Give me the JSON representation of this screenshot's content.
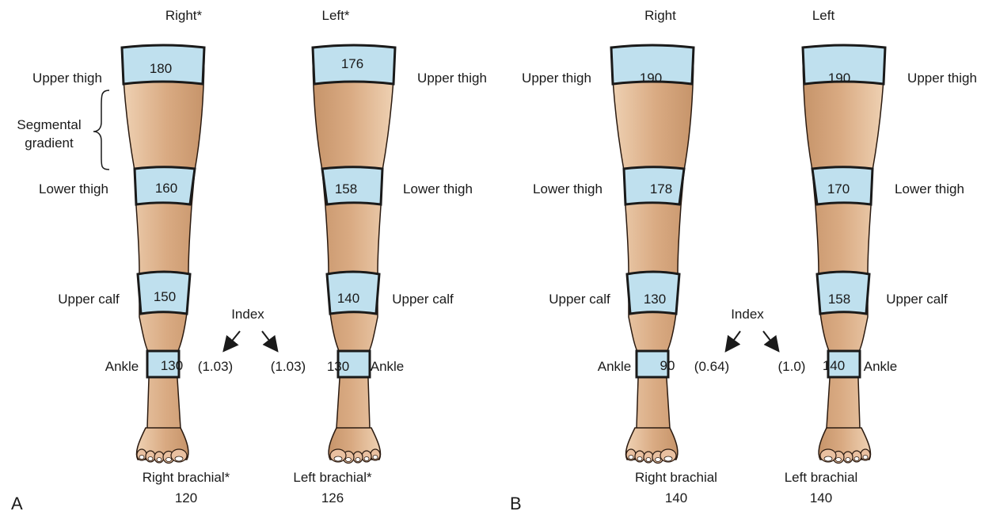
{
  "panel_a": {
    "letter": "A",
    "right": {
      "header": "Right*",
      "upper_thigh": "180",
      "lower_thigh": "160",
      "upper_calf": "150",
      "ankle": "130",
      "index": "(1.03)",
      "brachial_label": "Right brachial*",
      "brachial_value": "120"
    },
    "left": {
      "header": "Left*",
      "upper_thigh": "176",
      "lower_thigh": "158",
      "upper_calf": "140",
      "ankle": "130",
      "index": "(1.03)",
      "brachial_label": "Left brachial*",
      "brachial_value": "126"
    },
    "index_label": "Index",
    "segmental_label_1": "Segmental",
    "segmental_label_2": "gradient"
  },
  "panel_b": {
    "letter": "B",
    "right": {
      "header": "Right",
      "upper_thigh": "190",
      "lower_thigh": "178",
      "upper_calf": "130",
      "ankle": "90",
      "index": "(0.64)",
      "brachial_label": "Right brachial",
      "brachial_value": "140"
    },
    "left": {
      "header": "Left",
      "upper_thigh": "190",
      "lower_thigh": "170",
      "upper_calf": "158",
      "ankle": "140",
      "index": "(1.0)",
      "brachial_label": "Left brachial",
      "brachial_value": "140"
    },
    "index_label": "Index"
  },
  "labels": {
    "upper_thigh": "Upper thigh",
    "lower_thigh": "Lower thigh",
    "upper_calf": "Upper calf",
    "ankle": "Ankle"
  },
  "colors": {
    "cuff": "#bfe0ee",
    "skin_light": "#efcfb0",
    "skin_dark": "#c99a72"
  }
}
